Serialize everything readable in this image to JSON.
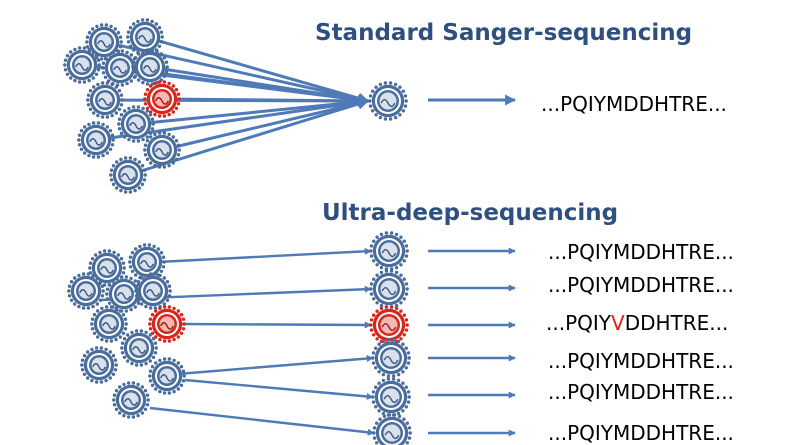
{
  "sanger": {
    "title": "Standard Sanger-sequencing",
    "sequence": "...PQIYMDDHTRE..."
  },
  "deep": {
    "title": "Ultra-deep-sequencing",
    "sequences": [
      {
        "pre": "...PQIYMDDHTRE...",
        "mut": "",
        "post": ""
      },
      {
        "pre": "...PQIYMDDHTRE...",
        "mut": "",
        "post": ""
      },
      {
        "pre": "...PQIY",
        "mut": "V",
        "post": "DDHTRE..."
      },
      {
        "pre": "...PQIYMDDHTRE...",
        "mut": "",
        "post": ""
      },
      {
        "pre": "...PQIYMDDHTRE...",
        "mut": "",
        "post": ""
      },
      {
        "pre": "...PQIYMDDHTRE...",
        "mut": "",
        "post": ""
      }
    ]
  },
  "colors": {
    "arrow": "#4f7ab8",
    "title": "#2f4f7f",
    "virus_normal": "#4a6d9c",
    "virus_mutant": "#d9261c",
    "mutation_text": "#e0201a"
  }
}
